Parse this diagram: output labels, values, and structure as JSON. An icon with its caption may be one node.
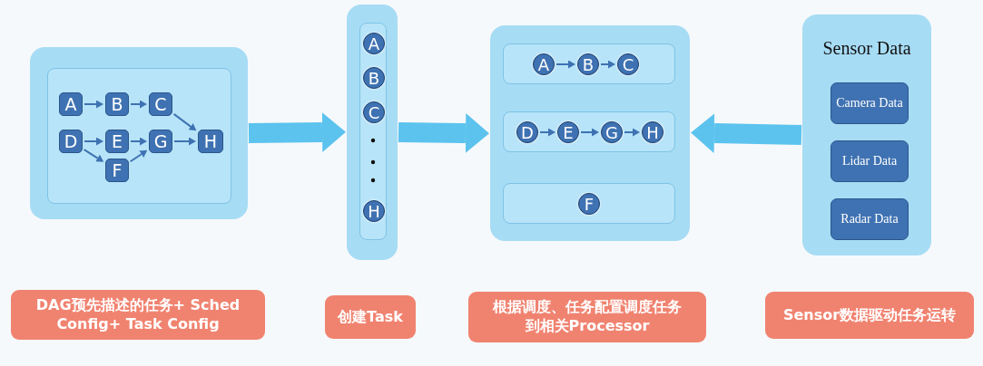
{
  "diagram": {
    "nodes": [
      {
        "text": [],
        "shape": "box"
      },
      {
        "text": [],
        "shape": "box",
        "in": 0
      },
      {
        "text": [
          "A"
        ],
        "in": 1
      },
      {
        "text": [
          "B"
        ],
        "in": 1
      },
      {
        "text": [
          "C"
        ],
        "in": 1
      },
      {
        "text": [
          "D"
        ],
        "in": 1
      },
      {
        "text": [
          "E"
        ],
        "in": 1
      },
      {
        "text": [
          "G"
        ],
        "in": 1
      },
      {
        "text": [
          "H"
        ],
        "in": 1
      },
      {
        "text": [
          "F"
        ],
        "in": 1
      },
      {
        "text": [],
        "shape": "box"
      },
      {
        "text": [],
        "shape": "box",
        "in": 10
      },
      {
        "text": [
          "A"
        ],
        "in": 11
      },
      {
        "text": [
          "B"
        ],
        "in": 11
      },
      {
        "text": [
          "C"
        ],
        "in": 11
      },
      {
        "text": [
          "H"
        ],
        "in": 11
      },
      {
        "text": [],
        "shape": "box"
      },
      {
        "text": [],
        "shape": "box",
        "in": 16
      },
      {
        "text": [
          "A"
        ],
        "in": 17
      },
      {
        "text": [
          "B"
        ],
        "in": 17
      },
      {
        "text": [
          "C"
        ],
        "in": 17
      },
      {
        "text": [],
        "shape": "box",
        "in": 16
      },
      {
        "text": [
          "D"
        ],
        "in": 21
      },
      {
        "text": [
          "E"
        ],
        "in": 21
      },
      {
        "text": [
          "G"
        ],
        "in": 21
      },
      {
        "text": [
          "H"
        ],
        "in": 21
      },
      {
        "text": [],
        "shape": "box",
        "in": 16
      },
      {
        "text": [
          "F"
        ],
        "in": 26
      },
      {
        "text": [
          "Sensor Data"
        ]
      },
      {
        "text": [
          "Camera Data"
        ],
        "in": 28
      },
      {
        "text": [
          "Lidar Data"
        ],
        "in": 28
      },
      {
        "text": [
          "Radar Data"
        ],
        "in": 28
      },
      {
        "text": [
          "DAG预先描述的任务+ Sched Config+ Task Config"
        ]
      },
      {
        "text": [
          "创建Task"
        ]
      },
      {
        "text": [
          "根据调度、任务配置调度任务到相关Processor"
        ]
      },
      {
        "text": [
          "Sensor数据驱动任务运转"
        ]
      }
    ],
    "edges": [
      {
        "from": 2,
        "to": 3,
        "arrow": "to"
      },
      {
        "from": 3,
        "to": 4,
        "arrow": "to"
      },
      {
        "from": 4,
        "to": 8,
        "arrow": "to"
      },
      {
        "from": 5,
        "to": 6,
        "arrow": "to"
      },
      {
        "from": 6,
        "to": 7,
        "arrow": "to"
      },
      {
        "from": 7,
        "to": 8,
        "arrow": "to"
      },
      {
        "from": 5,
        "to": 9,
        "arrow": "to"
      },
      {
        "from": 9,
        "to": 7,
        "arrow": "to"
      },
      {
        "from": 18,
        "to": 19,
        "arrow": "to"
      },
      {
        "from": 19,
        "to": 20,
        "arrow": "to"
      },
      {
        "from": 22,
        "to": 23,
        "arrow": "to"
      },
      {
        "from": 23,
        "to": 24,
        "arrow": "to"
      },
      {
        "from": 24,
        "to": 25,
        "arrow": "to"
      },
      {
        "from": 0,
        "to": 10,
        "arrow": "to",
        "style": "thick",
        "color": "#5cc3ee"
      },
      {
        "from": 10,
        "to": 16,
        "arrow": "to",
        "style": "thick",
        "color": "#5cc3ee"
      },
      {
        "from": 28,
        "to": 16,
        "arrow": "to",
        "style": "thick",
        "color": "#5cc3ee"
      }
    ]
  }
}
